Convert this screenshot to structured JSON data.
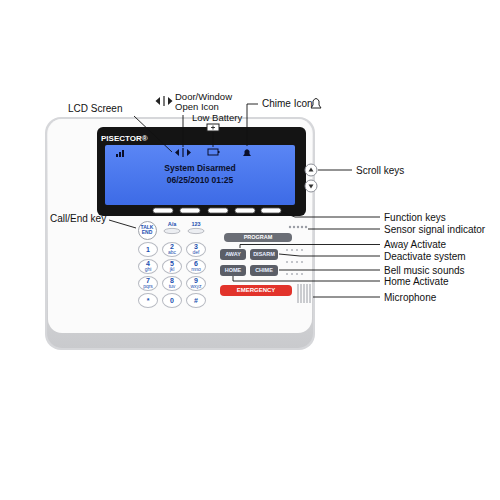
{
  "diagram": {
    "nodes": [
      {
        "text": [
          "System Disarmed",
          "06/25/2010 01:25"
        ]
      },
      {
        "text": [
          "TALK END"
        ]
      },
      {
        "text": [
          "1"
        ]
      },
      {
        "text": [
          "2",
          "abc"
        ]
      },
      {
        "text": [
          "3",
          "def"
        ]
      },
      {
        "text": [
          "4",
          "ghi"
        ]
      },
      {
        "text": [
          "5",
          "jkl"
        ]
      },
      {
        "text": [
          "6",
          "mno"
        ]
      },
      {
        "text": [
          "7",
          "pqrs"
        ]
      },
      {
        "text": [
          "8",
          "tuv"
        ]
      },
      {
        "text": [
          "9",
          "wxyz"
        ]
      },
      {
        "text": [
          "*"
        ]
      },
      {
        "text": [
          "0"
        ]
      },
      {
        "text": [
          "#"
        ]
      },
      {
        "text": [
          "PROGRAM"
        ]
      },
      {
        "text": [
          "AWAY"
        ]
      },
      {
        "text": [
          "DISARM"
        ]
      },
      {
        "text": [
          "HOME"
        ]
      },
      {
        "text": [
          "CHIME"
        ]
      },
      {
        "text": [
          "EMERGENCY"
        ]
      }
    ],
    "labels": [
      "PISECTOR®",
      "A/a",
      "123",
      "LCD Screen",
      "Door/Window Open Icon",
      "Chime Icon",
      "Low Battery",
      "Scroll keys",
      "Call/End key",
      "Function keys",
      "Sensor signal indicator",
      "Away Activate",
      "Deactivate system",
      "Bell music sounds",
      "Home Activate",
      "Microphone"
    ]
  }
}
